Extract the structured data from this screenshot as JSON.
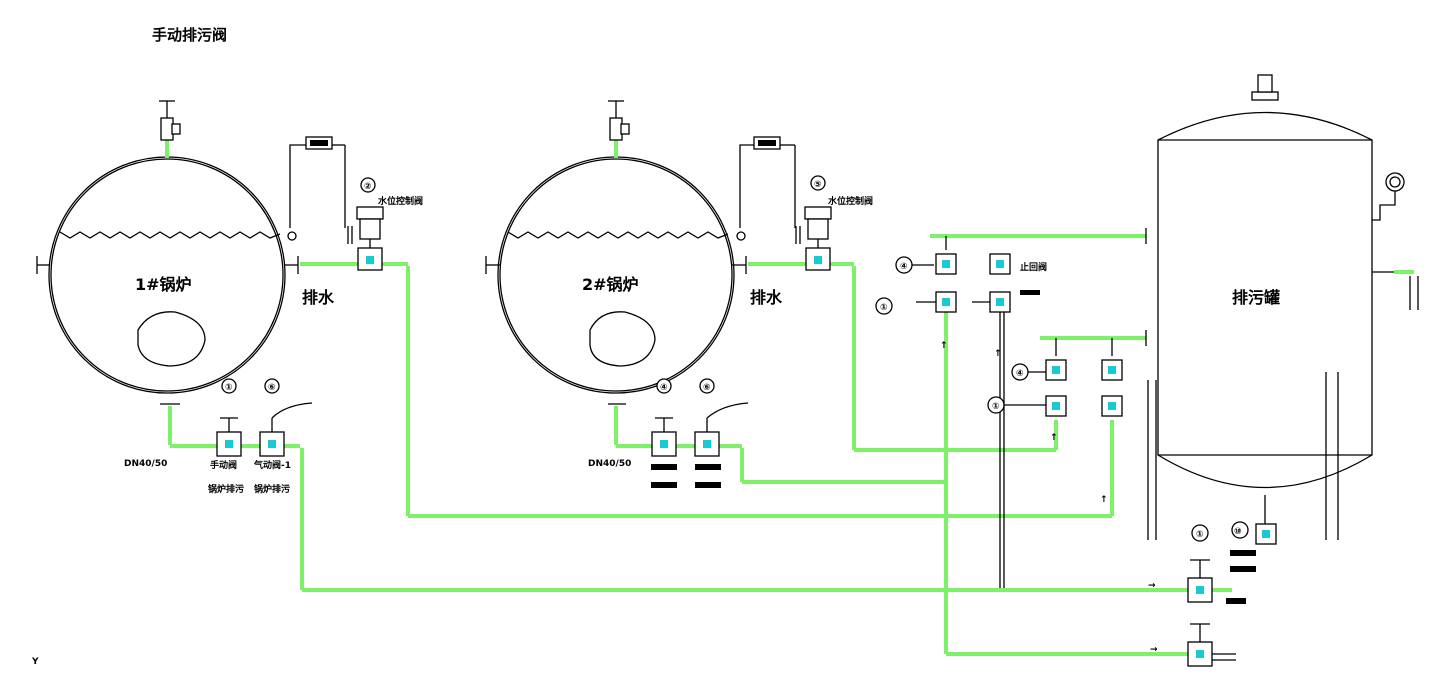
{
  "title": "手动排污阀",
  "boilers": [
    {
      "label": "1#锅炉",
      "outlet_label": "排水",
      "drain_size": "DN40/50",
      "valve_captions": [
        "手动阀",
        "气动阀-1"
      ],
      "valve_captions2": [
        "锅炉排污",
        "锅炉排污"
      ]
    },
    {
      "label": "2#锅炉",
      "outlet_label": "排水",
      "drain_size": "DN40/50"
    }
  ],
  "tank": {
    "label": "排污罐"
  },
  "valve_markers": {
    "boiler1_top": "②",
    "boiler1_bottom_a": "①",
    "boiler1_bottom_b": "⑥",
    "boiler2_top": "⑤",
    "boiler2_bottom_a": "④",
    "boiler2_bottom_b": "⑥",
    "header_a": "④",
    "header_b": "①",
    "header_c": "④",
    "header_d": "①",
    "outlet_valve": "①",
    "tank_drain": "⑩"
  },
  "header_valve_label": "止回阀",
  "top_valve_caption": "水位控制阀",
  "colors": {
    "pipe": "#7ff06a",
    "line": "#000000",
    "valve_fill": "#19c9d3"
  }
}
